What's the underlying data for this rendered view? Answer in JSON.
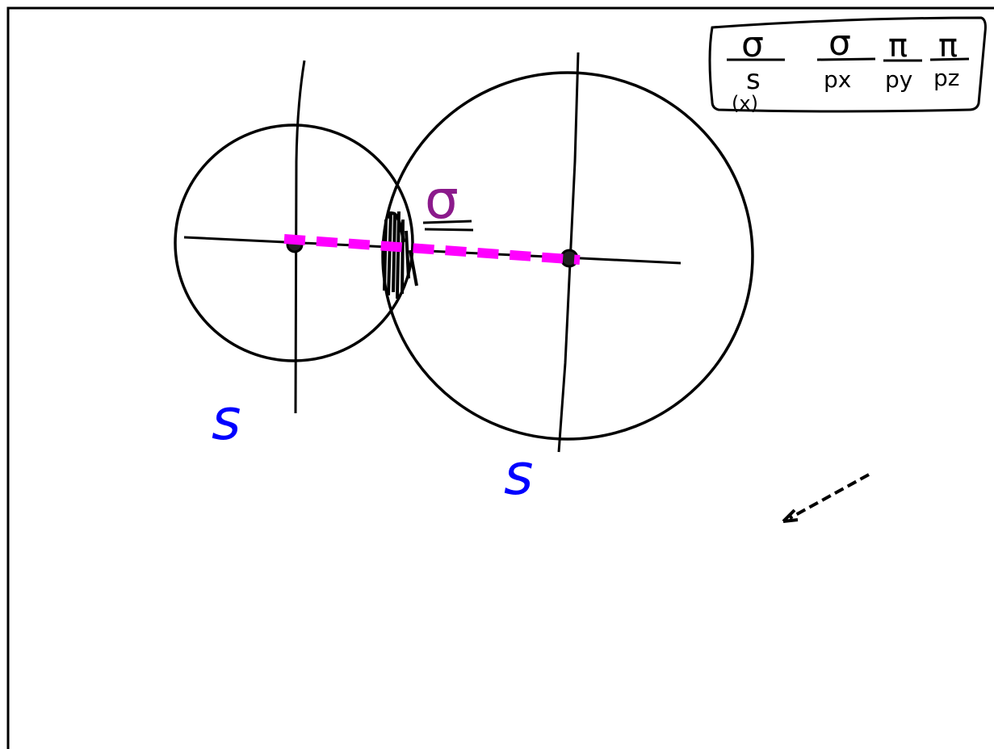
{
  "colors": {
    "ink": "#000000",
    "bond_highlight": "#ff00ff",
    "sigma_label": "#8b1a8b",
    "orbital_label": "#0000ff",
    "background": "#ffffff"
  },
  "legend_box": {
    "entries": [
      {
        "top": "σ",
        "bottom": "s",
        "sub": "(x)"
      },
      {
        "top": "σ",
        "bottom": "px",
        "sub": ""
      },
      {
        "top": "π",
        "bottom": "py",
        "sub": ""
      },
      {
        "top": "π",
        "bottom": "pz",
        "sub": ""
      }
    ]
  },
  "diagram": {
    "bond_label": "σ",
    "left_orbital_label": "s",
    "right_orbital_label": "s"
  }
}
